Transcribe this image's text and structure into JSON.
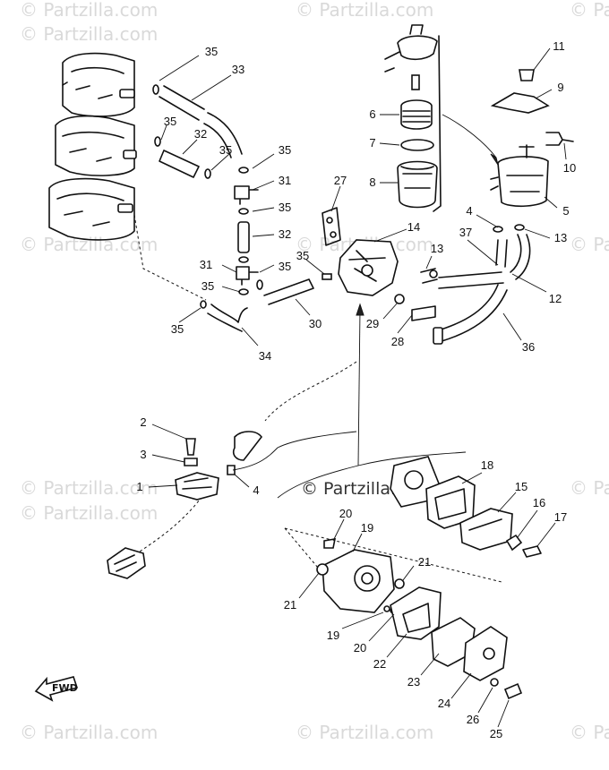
{
  "watermark": "© Partzilla.com",
  "fwd_label": "FWD",
  "callouts": [
    {
      "id": "35a",
      "text": "35"
    },
    {
      "id": "33",
      "text": "33"
    },
    {
      "id": "35b",
      "text": "35"
    },
    {
      "id": "32a",
      "text": "32"
    },
    {
      "id": "35c",
      "text": "35"
    },
    {
      "id": "35d",
      "text": "35"
    },
    {
      "id": "31a",
      "text": "31"
    },
    {
      "id": "35e",
      "text": "35"
    },
    {
      "id": "32b",
      "text": "32"
    },
    {
      "id": "31b",
      "text": "31"
    },
    {
      "id": "35f",
      "text": "35"
    },
    {
      "id": "35g",
      "text": "35"
    },
    {
      "id": "35h",
      "text": "35"
    },
    {
      "id": "34",
      "text": "34"
    },
    {
      "id": "30",
      "text": "30"
    },
    {
      "id": "35i",
      "text": "35"
    },
    {
      "id": "27",
      "text": "27"
    },
    {
      "id": "14",
      "text": "14"
    },
    {
      "id": "29",
      "text": "29"
    },
    {
      "id": "28",
      "text": "28"
    },
    {
      "id": "6",
      "text": "6"
    },
    {
      "id": "7",
      "text": "7"
    },
    {
      "id": "8",
      "text": "8"
    },
    {
      "id": "11",
      "text": "11"
    },
    {
      "id": "9",
      "text": "9"
    },
    {
      "id": "10",
      "text": "10"
    },
    {
      "id": "5",
      "text": "5"
    },
    {
      "id": "4a",
      "text": "4"
    },
    {
      "id": "13a",
      "text": "13"
    },
    {
      "id": "37",
      "text": "37"
    },
    {
      "id": "13b",
      "text": "13"
    },
    {
      "id": "12",
      "text": "12"
    },
    {
      "id": "36",
      "text": "36"
    },
    {
      "id": "2",
      "text": "2"
    },
    {
      "id": "3",
      "text": "3"
    },
    {
      "id": "1",
      "text": "1"
    },
    {
      "id": "4b",
      "text": "4"
    },
    {
      "id": "18",
      "text": "18"
    },
    {
      "id": "15",
      "text": "15"
    },
    {
      "id": "16",
      "text": "16"
    },
    {
      "id": "17",
      "text": "17"
    },
    {
      "id": "20a",
      "text": "20"
    },
    {
      "id": "19a",
      "text": "19"
    },
    {
      "id": "21a",
      "text": "21"
    },
    {
      "id": "21b",
      "text": "21"
    },
    {
      "id": "19b",
      "text": "19"
    },
    {
      "id": "20b",
      "text": "20"
    },
    {
      "id": "22",
      "text": "22"
    },
    {
      "id": "23",
      "text": "23"
    },
    {
      "id": "24",
      "text": "24"
    },
    {
      "id": "26",
      "text": "26"
    },
    {
      "id": "25",
      "text": "25"
    }
  ]
}
